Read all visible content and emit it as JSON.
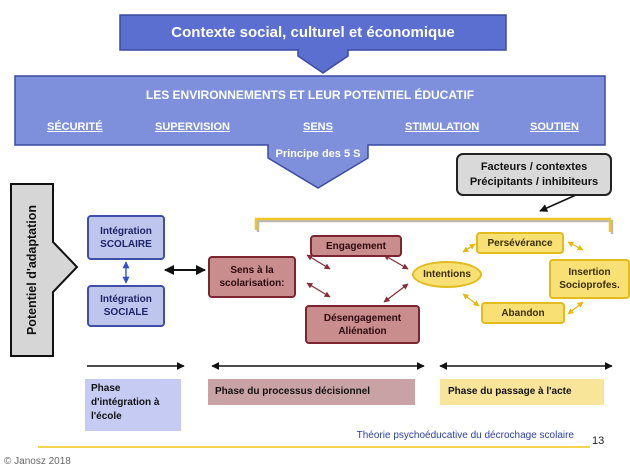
{
  "context_title": "Contexte social, culturel et économique",
  "environments": {
    "title": "LES ENVIRONNEMENTS ET LEUR POTENTIEL ÉDUCATIF",
    "pillars": [
      "SÉCURITÉ",
      "SUPERVISION",
      "SENS",
      "STIMULATION",
      "SOUTIEN"
    ],
    "principle": "Principe des 5 S"
  },
  "factors": {
    "line1": "Facteurs / contextes",
    "line2": "Précipitants / inhibiteurs"
  },
  "side_label": "Potentiel d'adaptation",
  "integration": {
    "scolaire": {
      "line1": "Intégration",
      "line2": "SCOLAIRE"
    },
    "sociale": {
      "line1": "Intégration",
      "line2": "SOCIALE"
    }
  },
  "decision": {
    "sens": {
      "line1": "Sens à la",
      "line2": "scolarisation:"
    },
    "engagement": "Engagement",
    "desengagement": {
      "line1": "Désengagement",
      "line2": "Aliénation"
    }
  },
  "action": {
    "intentions": "Intentions",
    "perseverance": "Persévérance",
    "abandon": "Abandon",
    "insertion": {
      "line1": "Insertion",
      "line2": "Socioprofes."
    }
  },
  "phases": {
    "integration": {
      "line1": "Phase",
      "line2": "d'intégration à",
      "line3": "l'école"
    },
    "decision": "Phase du processus décisionnel",
    "action": "Phase du passage à l'acte"
  },
  "footer": {
    "theory": "Théorie psychoéducative du décrochage scolaire",
    "page": "13",
    "copyright": "© Janosz 2018"
  },
  "colors": {
    "header_blue": "#5b6fd0",
    "integration_blue": "#bfc6ee",
    "decision_red": "#c98d8d",
    "action_yellow": "#f8e074",
    "footer_line": "#f0c419"
  }
}
